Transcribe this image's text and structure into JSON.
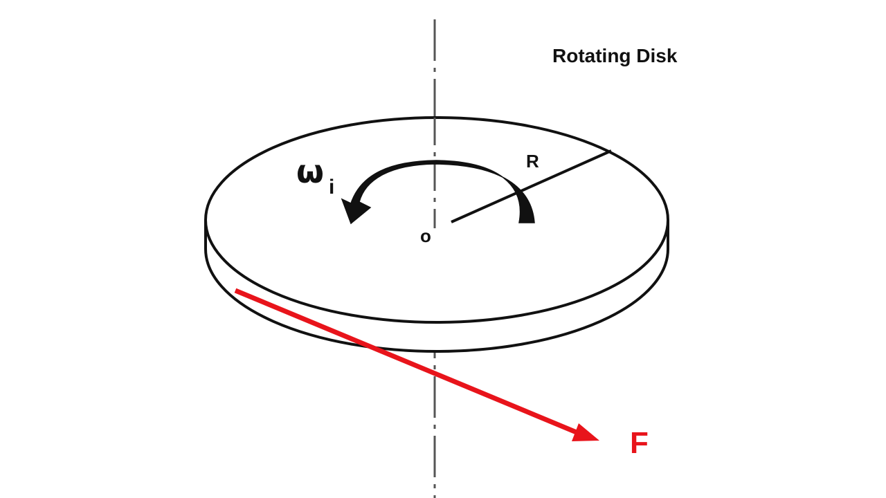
{
  "diagram": {
    "title": "Rotating Disk",
    "angular_velocity_symbol": "ω",
    "angular_velocity_subscript": "i",
    "radius_label": "R",
    "center_label": "o",
    "force_label": "F",
    "colors": {
      "line": "#111111",
      "force": "#e8141b",
      "axis": "#555555",
      "background": "#ffffff"
    }
  }
}
